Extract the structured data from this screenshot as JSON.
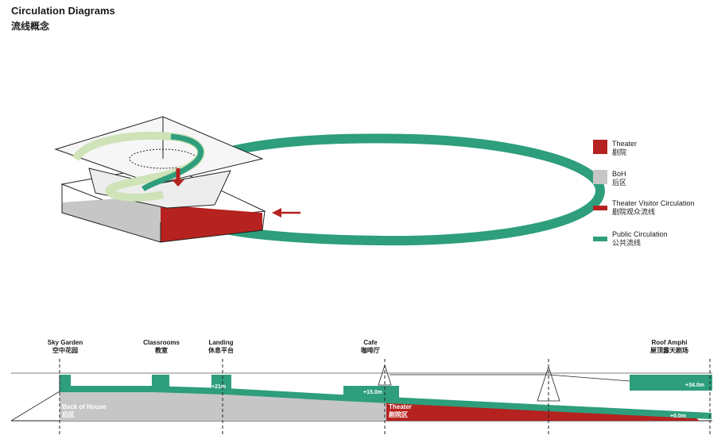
{
  "header": {
    "title": "Circulation Diagrams",
    "subtitle": "流线概念"
  },
  "colors": {
    "theater": "#b5221f",
    "boh": "#c6c6c6",
    "public": "#2e9e7c",
    "light_green": "#cfe3b8"
  },
  "legend": [
    {
      "en": "Theater",
      "zh": "剧院",
      "type": "theater"
    },
    {
      "en": "BoH",
      "zh": "后区",
      "type": "boh"
    },
    {
      "en": "Theater Visitor Circulation",
      "zh": "剧院观众流线",
      "type": "theater-line"
    },
    {
      "en": "Public Circulation",
      "zh": "公共流线",
      "type": "public-line"
    }
  ],
  "section_labels": [
    {
      "en": "Sky Garden",
      "zh": "空中花园"
    },
    {
      "en": "Classrooms",
      "zh": "教室"
    },
    {
      "en": "Landing",
      "zh": "休息平台"
    },
    {
      "en": "Cafe",
      "zh": "咖啡厅"
    },
    {
      "en": "Roof Amphi",
      "zh": "屋顶露天剧场"
    }
  ],
  "zones": {
    "boh_en": "Back of House",
    "boh_zh": "后区",
    "theater_en": "Theater",
    "theater_zh": "剧院区"
  },
  "elevations": {
    "landing": "+21m",
    "cafe": "+15.0m",
    "roof": "+34.0m",
    "ground": "+0.0m"
  }
}
